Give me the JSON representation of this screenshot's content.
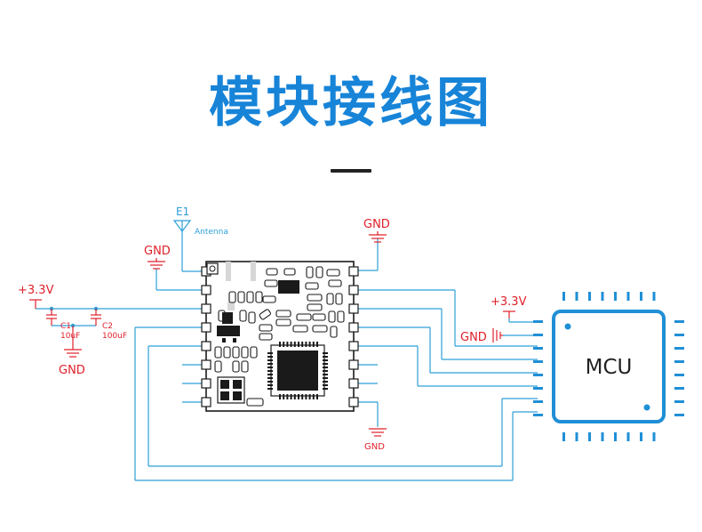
{
  "title": "模块接线图",
  "antenna": {
    "ref": "E1",
    "label": "Antenna"
  },
  "gnd_label": "GND",
  "power_label": "+3.3V",
  "capacitors": [
    {
      "ref": "C1",
      "value": "10uF"
    },
    {
      "ref": "C2",
      "value": "100uF"
    }
  ],
  "mcu_label": "MCU",
  "colors": {
    "title": "#1784d8",
    "wire": "#2d9fd6",
    "power": "#e0202a",
    "mcu": "#1f8fd6",
    "module": "#1a1a1a"
  }
}
